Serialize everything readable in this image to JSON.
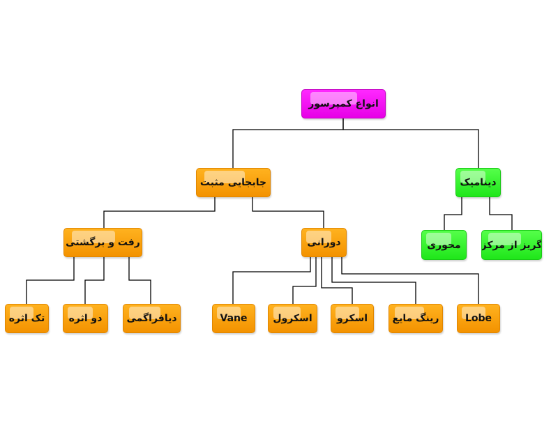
{
  "colors": {
    "root": "#ff00ff",
    "branch": "#f7a000",
    "dynamic": "#2ef526",
    "connector": "#000000"
  },
  "nodes": {
    "root": "انواع کمپرسور",
    "positive_displacement": "جابجایی مثبت",
    "dynamic": "دینامیک",
    "reciprocating": "رفت و برگشتی",
    "rotary": "دورانی",
    "axial": "محوری",
    "centrifugal": "گریز از مرکز",
    "single_acting": "تک اثره",
    "double_acting": "دو اثره",
    "diaphragm": "دیافراگمی",
    "vane": "Vane",
    "scroll": "اسکرول",
    "screw": "اسکرو",
    "liquid_ring": "رینگ مایع",
    "lobe": "Lobe"
  }
}
